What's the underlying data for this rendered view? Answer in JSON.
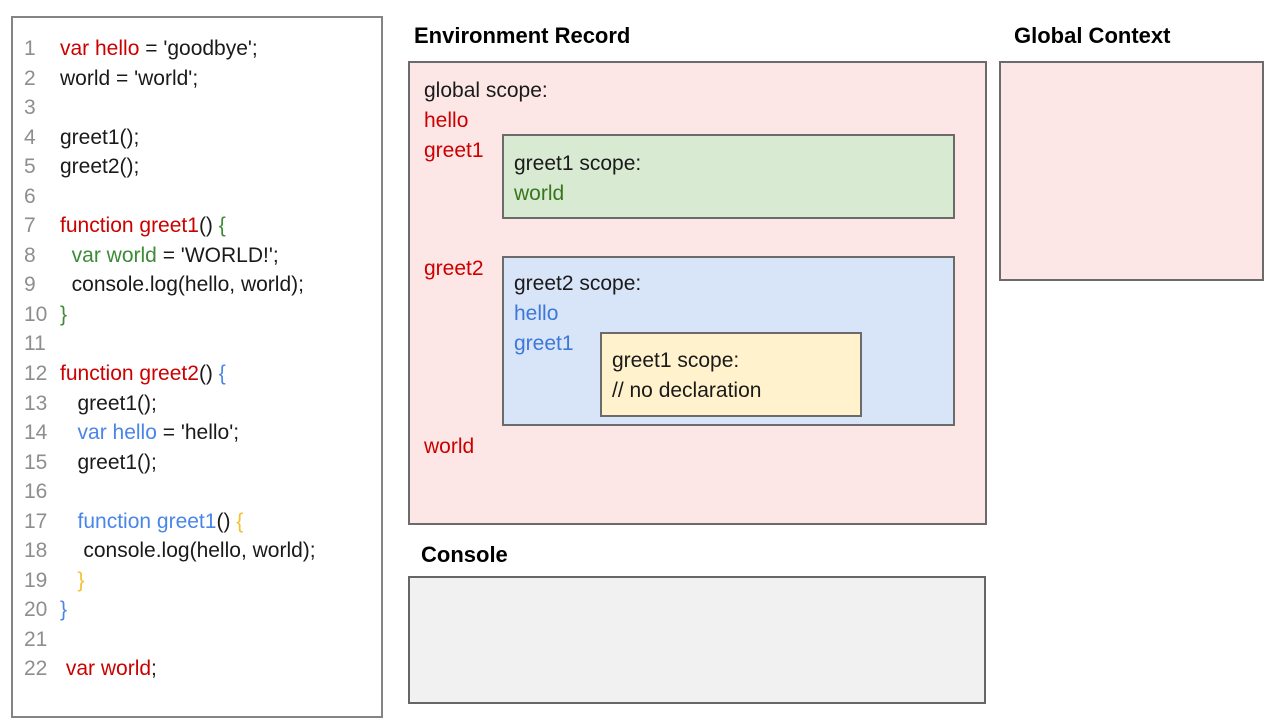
{
  "colors": {
    "code_red": "#cc0000",
    "code_green": "#3d8b37",
    "code_blue": "#4a86e8",
    "code_yellow": "#f1c232",
    "line_number_gray": "#8e8e8e",
    "env_pink": "#fce7e6",
    "scope_green": "#d9ead3",
    "scope_blue": "#d8e4f8",
    "scope_yellow": "#fff2cc",
    "console_gray": "#f1f1f1"
  },
  "code": {
    "lines": [
      {
        "n": "1",
        "s": [
          [
            "red",
            "var hello"
          ],
          [
            "black",
            " = 'goodbye';"
          ]
        ]
      },
      {
        "n": "2",
        "s": [
          [
            "black",
            "world = 'world';"
          ]
        ]
      },
      {
        "n": "3",
        "s": []
      },
      {
        "n": "4",
        "s": [
          [
            "black",
            "greet1();"
          ]
        ]
      },
      {
        "n": "5",
        "s": [
          [
            "black",
            "greet2();"
          ]
        ]
      },
      {
        "n": "6",
        "s": []
      },
      {
        "n": "7",
        "s": [
          [
            "red",
            "function greet1"
          ],
          [
            "black",
            "() "
          ],
          [
            "green",
            "{"
          ]
        ]
      },
      {
        "n": "8",
        "s": [
          [
            "black",
            "  "
          ],
          [
            "green",
            "var world"
          ],
          [
            "black",
            " = 'WORLD!';"
          ]
        ]
      },
      {
        "n": "9",
        "s": [
          [
            "black",
            "  console.log(hello, world);"
          ]
        ]
      },
      {
        "n": "10",
        "s": [
          [
            "green",
            "}"
          ]
        ]
      },
      {
        "n": "11",
        "s": []
      },
      {
        "n": "12",
        "s": [
          [
            "red",
            "function greet2"
          ],
          [
            "black",
            "() "
          ],
          [
            "blue",
            "{"
          ]
        ]
      },
      {
        "n": "13",
        "s": [
          [
            "black",
            "   greet1();"
          ]
        ]
      },
      {
        "n": "14",
        "s": [
          [
            "black",
            "   "
          ],
          [
            "blue",
            "var hello"
          ],
          [
            "black",
            " = 'hello';"
          ]
        ]
      },
      {
        "n": "15",
        "s": [
          [
            "black",
            "   greet1();"
          ]
        ]
      },
      {
        "n": "16",
        "s": []
      },
      {
        "n": "17",
        "s": [
          [
            "black",
            "   "
          ],
          [
            "blue",
            "function greet1"
          ],
          [
            "black",
            "() "
          ],
          [
            "yellow",
            "{"
          ]
        ]
      },
      {
        "n": "18",
        "s": [
          [
            "black",
            "    console.log(hello, world);"
          ]
        ]
      },
      {
        "n": "19",
        "s": [
          [
            "black",
            "   "
          ],
          [
            "yellow",
            "}"
          ]
        ]
      },
      {
        "n": "20",
        "s": [
          [
            "blue",
            "}"
          ]
        ]
      },
      {
        "n": "21",
        "s": []
      },
      {
        "n": "22",
        "s": [
          [
            "black",
            " "
          ],
          [
            "red",
            "var world"
          ],
          [
            "black",
            ";"
          ]
        ]
      }
    ]
  },
  "environment_record": {
    "title": "Environment Record",
    "global_scope": {
      "label": "global scope:",
      "member_hello": "hello",
      "member_greet1": "greet1",
      "member_greet2": "greet2",
      "member_world": "world"
    },
    "greet1_scope": {
      "label": "greet1 scope:",
      "member_world": "world"
    },
    "greet2_scope": {
      "label": "greet2 scope:",
      "member_hello": "hello",
      "member_greet1": "greet1",
      "greet1_scope": {
        "label": "greet1 scope:",
        "comment": "// no declaration"
      }
    }
  },
  "global_context": {
    "title": "Global Context"
  },
  "console": {
    "title": "Console"
  }
}
